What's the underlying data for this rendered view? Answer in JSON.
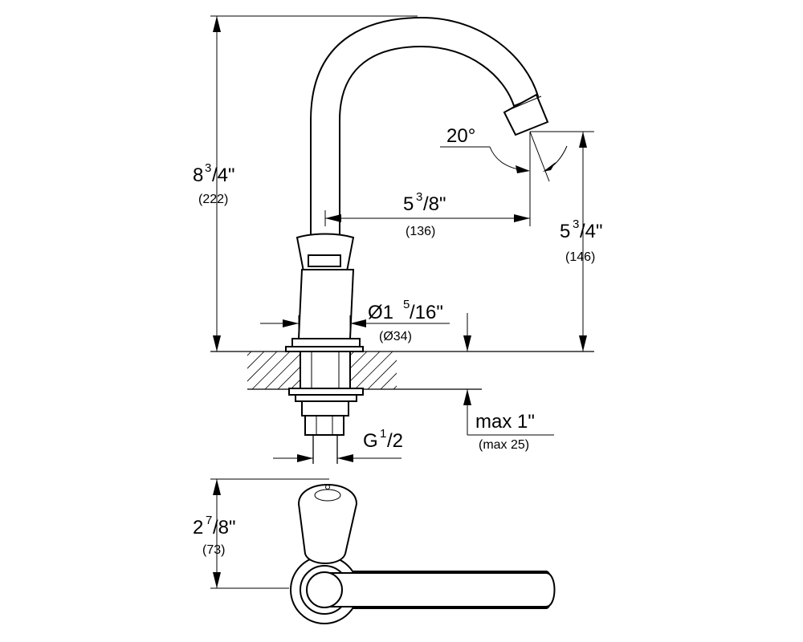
{
  "dimensions": {
    "total_height": {
      "main": "8",
      "sup": "3",
      "frac": "/4\"",
      "metric": "(222)"
    },
    "spout_reach": {
      "main": "5",
      "sup": "3",
      "frac": "/8\"",
      "metric": "(136)"
    },
    "spout_height": {
      "main": "5",
      "sup": "3",
      "frac": "/4\"",
      "metric": "(146)"
    },
    "angle": {
      "main": "20°"
    },
    "diameter": {
      "main": "Ø1",
      "sup": "5",
      "frac": "/16\"",
      "metric": "(Ø34)"
    },
    "max_thickness": {
      "main": "max 1\"",
      "metric": "(max 25)"
    },
    "thread": {
      "main": "G",
      "sup": "1",
      "frac": "/2"
    },
    "handle_depth": {
      "main": "2",
      "sup": "7",
      "frac": "/8\"",
      "metric": "(73)"
    }
  }
}
